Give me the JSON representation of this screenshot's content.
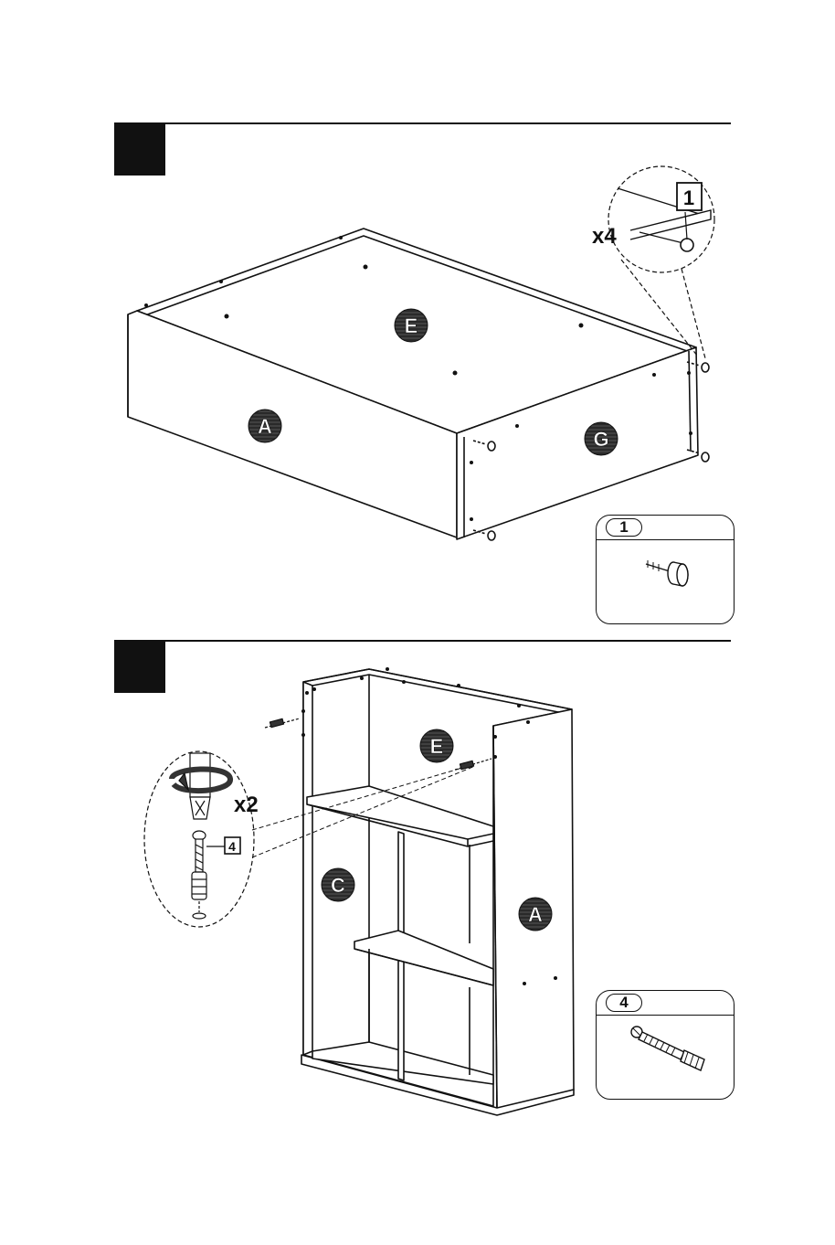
{
  "steps": [
    {
      "panels": {
        "E": "E",
        "A": "A",
        "G": "G"
      },
      "detail": {
        "part_number": "1",
        "quantity": "x4"
      },
      "callout": {
        "part_number": "1",
        "part_icon": "felt-pad-nail-icon"
      }
    },
    {
      "panels": {
        "E": "E",
        "C": "C",
        "A": "A"
      },
      "detail": {
        "part_number": "4",
        "quantity": "x2",
        "tool_icon": "screwdriver-rotate-icon"
      },
      "callout": {
        "part_number": "4",
        "part_icon": "confirmat-screw-icon"
      }
    }
  ],
  "colors": {
    "ink": "#111111",
    "label_fill": "#2a2a2a"
  }
}
